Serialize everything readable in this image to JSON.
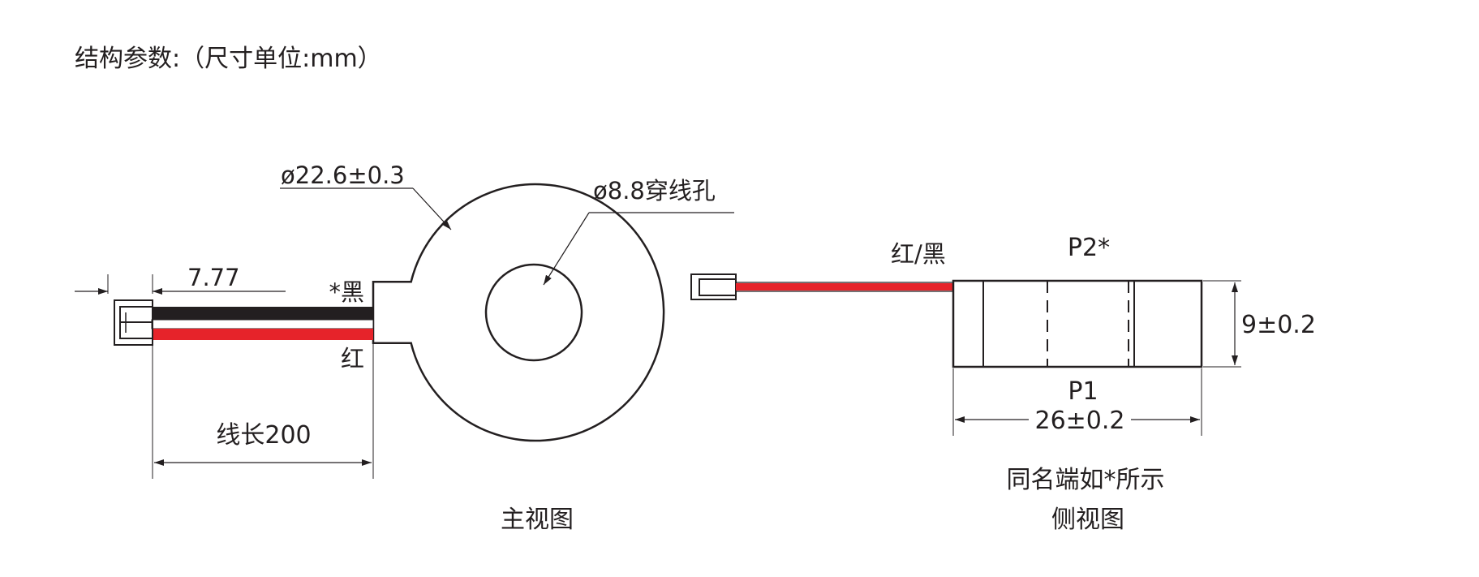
{
  "title": "结构参数:（尺寸单位:mm）",
  "front_view": {
    "outer_diameter": "ø22.6±0.3",
    "hole_diameter": "ø8.8穿线孔",
    "black_lead": "*黑",
    "red_lead": "红",
    "connector_offset": "7.77",
    "wire_length": "线长200",
    "caption": "主视图"
  },
  "side_view": {
    "lead_colors": "红/黑",
    "top_terminal": "P2*",
    "bottom_terminal": "P1",
    "height_dim": "9±0.2",
    "width_dim": "26±0.2",
    "note": "同名端如*所示",
    "caption": "侧视图"
  },
  "colors": {
    "line": "#231f20",
    "wire_red": "#e6232a",
    "wire_black": "#231f20"
  }
}
